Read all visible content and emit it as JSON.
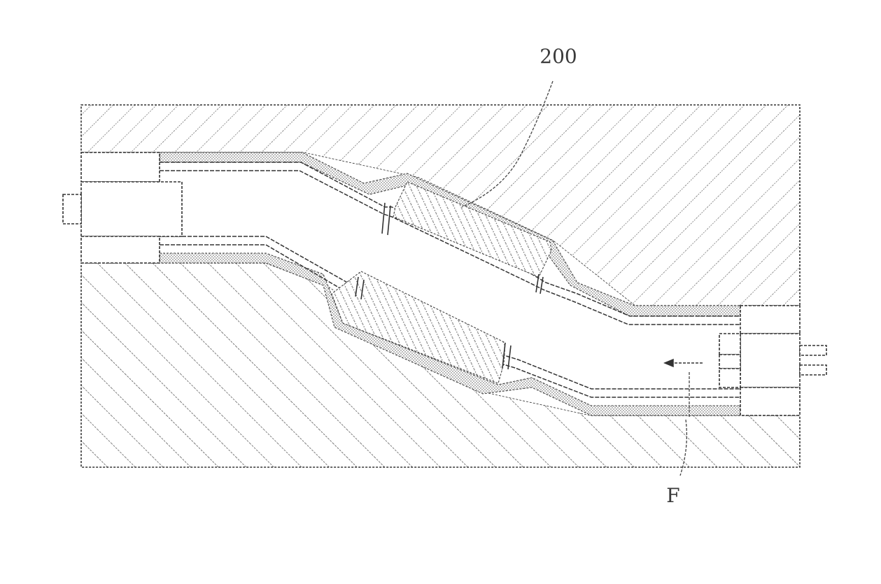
{
  "figure": {
    "labels": {
      "part_number": "200",
      "flow_label": "F"
    },
    "components": [
      "upper-mold-block",
      "lower-mold-block",
      "left-inlet-port",
      "right-outlet-port",
      "upper-pipe-wall",
      "lower-pipe-wall",
      "upper-catalyst-body",
      "lower-catalyst-body",
      "flow-direction-arrow"
    ],
    "colors": {
      "line": "#333333",
      "hatch": "#555555",
      "insulation": "#b8b8b8",
      "background": "#ffffff"
    }
  }
}
